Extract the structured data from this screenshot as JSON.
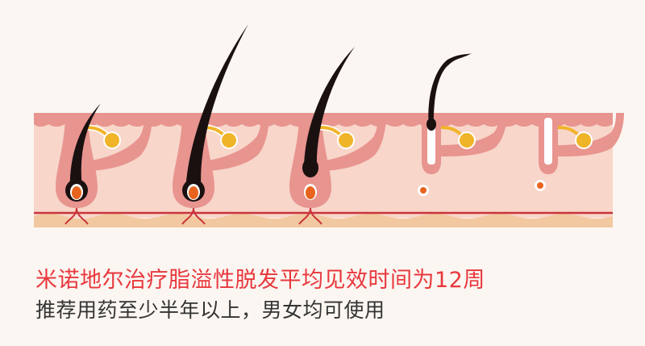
{
  "caption": {
    "headline": "米诺地尔治疗脂溢性脱发平均见效时间为12周",
    "subline": "推荐用药至少半年以上，男女均可使用"
  },
  "colors": {
    "background": "#fbf6f1",
    "epidermis": "#e8948f",
    "dermis": "#f8d6ca",
    "vessel": "#c8343a",
    "fat_layer": "#f2c8a0",
    "gland": "#f0b429",
    "hair": "#1a1010",
    "headline": "#e8383d",
    "subline": "#333333"
  },
  "follicle_stages": [
    "short-growing",
    "long-growing",
    "mature",
    "thinning",
    "empty"
  ]
}
